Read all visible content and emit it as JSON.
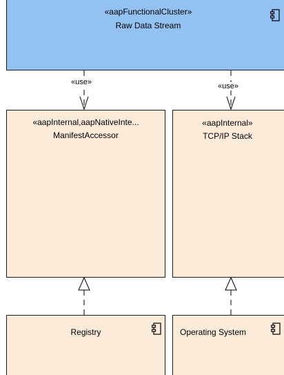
{
  "cluster": {
    "stereotype": "«aapFunctionalCluster»",
    "name": "Raw Data Stream",
    "icon": "component-icon"
  },
  "manifest_accessor": {
    "stereotype": "«aapInternal,aapNativeInte...",
    "name": "ManifestAccessor"
  },
  "tcpip_stack": {
    "stereotype": "«aapInternal»",
    "name": "TCP/IP Stack"
  },
  "registry": {
    "name": "Registry",
    "icon": "component-icon"
  },
  "operating_system": {
    "name": "Operating System",
    "icon": "component-icon"
  },
  "edges": {
    "use_left": "«use»",
    "use_right": "«use»"
  },
  "colors": {
    "cluster_fill": "#92c1f2",
    "internal_fill": "#fcebd8",
    "line": "#1a1a1a"
  }
}
